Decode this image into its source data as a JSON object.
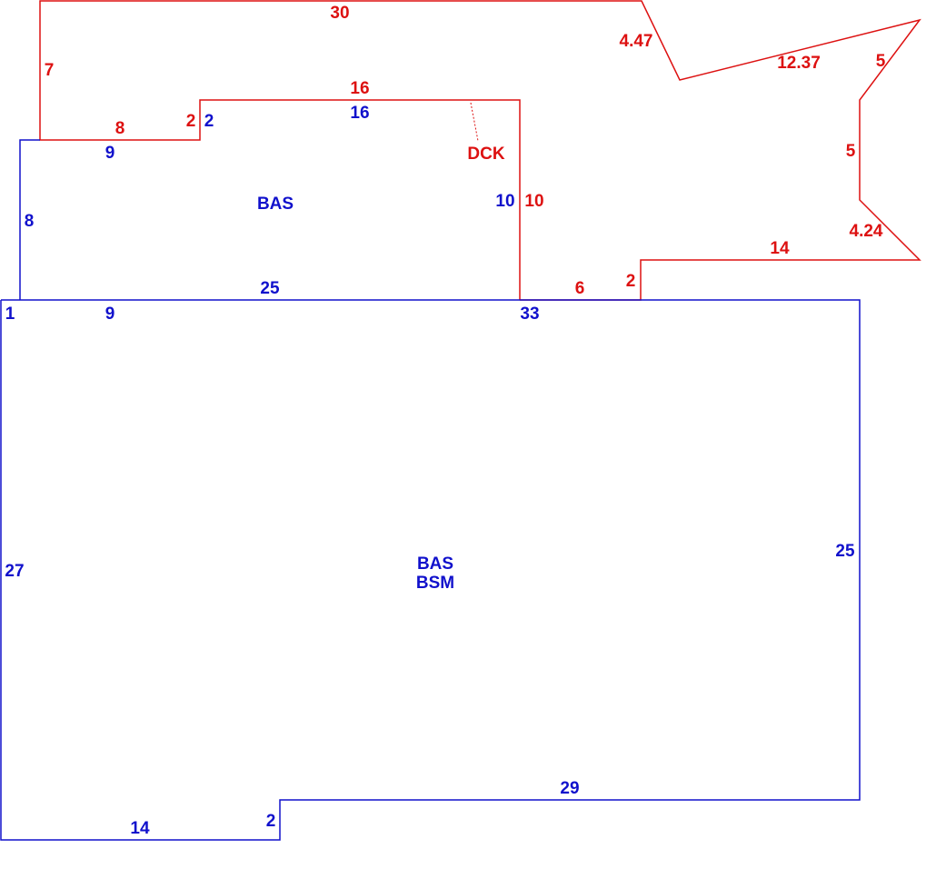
{
  "colors": {
    "deck": "#dd1111",
    "main": "#1111cc"
  },
  "deck": {
    "name": "DCK",
    "dims": {
      "top": "30",
      "left_upper": "7",
      "step_top": "8",
      "step_vert": "2",
      "upper": "16",
      "right": "10",
      "bottom_left": "6",
      "bottom_step": "2",
      "bottom_right": "14",
      "diag_lower": "4.24",
      "vert_right": "5",
      "diag_upper": "5",
      "long_diag": "12.37",
      "diag_top": "4.47"
    }
  },
  "upper_bas": {
    "name": "BAS",
    "dims": {
      "left": "8",
      "top_left": "9",
      "step": "2",
      "top": "16",
      "right": "10",
      "bottom": "25"
    }
  },
  "main_bas": {
    "name_line1": "BAS",
    "name_line2": "BSM",
    "dims": {
      "top_left_small": "1",
      "top_left": "9",
      "top_right": "33",
      "left": "27",
      "right": "25",
      "bottom_right": "29",
      "notch": "2",
      "bottom_left": "14"
    }
  }
}
